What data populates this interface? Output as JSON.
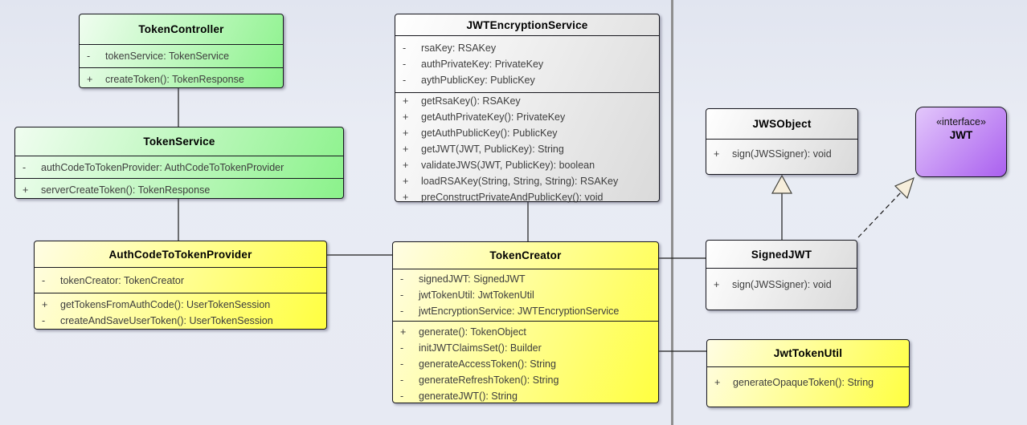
{
  "diagram": {
    "type": "uml-class-diagram",
    "background_color": "#e9ecf4",
    "separator_color": "#8f8f8f"
  },
  "palette": {
    "green": "#8bf28b",
    "yellow": "#ffff40",
    "gray": "#dadada",
    "purple": "#aa60ef",
    "arrowhead_fill": "#f7eedb",
    "line_color": "#1a1a1a"
  },
  "classes": [
    {
      "name": "TokenController",
      "attributes": [
        {
          "vis": "-",
          "text": "tokenService: TokenService"
        }
      ],
      "methods": [
        {
          "vis": "+",
          "text": "createToken(): TokenResponse"
        }
      ]
    },
    {
      "name": "TokenService",
      "attributes": [
        {
          "vis": "-",
          "text": "authCodeToTokenProvider: AuthCodeToTokenProvider"
        }
      ],
      "methods": [
        {
          "vis": "+",
          "text": "serverCreateToken(): TokenResponse"
        }
      ]
    },
    {
      "name": "JWTEncryptionService",
      "attributes": [
        {
          "vis": "-",
          "text": "rsaKey: RSAKey"
        },
        {
          "vis": "-",
          "text": "authPrivateKey: PrivateKey"
        },
        {
          "vis": "-",
          "text": "aythPublicKey: PublicKey"
        }
      ],
      "methods": [
        {
          "vis": "+",
          "text": "getRsaKey(): RSAKey"
        },
        {
          "vis": "+",
          "text": "getAuthPrivateKey(): PrivateKey"
        },
        {
          "vis": "+",
          "text": "getAuthPublicKey(): PublicKey"
        },
        {
          "vis": "+",
          "text": "getJWT(JWT, PublicKey): String"
        },
        {
          "vis": "+",
          "text": "validateJWS(JWT, PublicKey): boolean"
        },
        {
          "vis": "+",
          "text": "loadRSAKey(String, String, String): RSAKey"
        },
        {
          "vis": "+",
          "text": "preConstructPrivateAndPublicKey(): void"
        }
      ]
    },
    {
      "name": "AuthCodeToTokenProvider",
      "attributes": [
        {
          "vis": "-",
          "text": "tokenCreator: TokenCreator"
        }
      ],
      "methods": [
        {
          "vis": "+",
          "text": "getTokensFromAuthCode(): UserTokenSession"
        },
        {
          "vis": "-",
          "text": "createAndSaveUserToken(): UserTokenSession"
        }
      ]
    },
    {
      "name": "TokenCreator",
      "attributes": [
        {
          "vis": "-",
          "text": "signedJWT: SignedJWT"
        },
        {
          "vis": "-",
          "text": "jwtTokenUtil: JwtTokenUtil"
        },
        {
          "vis": "-",
          "text": "jwtEncryptionService: JWTEncryptionService"
        }
      ],
      "methods": [
        {
          "vis": "+",
          "text": "generate(): TokenObject"
        },
        {
          "vis": "-",
          "text": "initJWTClaimsSet(): Builder"
        },
        {
          "vis": "-",
          "text": "generateAccessToken(): String"
        },
        {
          "vis": "-",
          "text": "generateRefreshToken(): String"
        },
        {
          "vis": "-",
          "text": "generateJWT(): String"
        }
      ]
    },
    {
      "name": "JWSObject",
      "attributes": [],
      "methods": [
        {
          "vis": "+",
          "text": "sign(JWSSigner): void"
        }
      ]
    },
    {
      "name": "SignedJWT",
      "attributes": [],
      "methods": [
        {
          "vis": "+",
          "text": "sign(JWSSigner): void"
        }
      ]
    },
    {
      "name": "JwtTokenUtil",
      "attributes": [],
      "methods": [
        {
          "vis": "+",
          "text": "generateOpaqueToken(): String"
        }
      ]
    }
  ],
  "interface_box": {
    "stereotype": "«interface»",
    "name": "JWT"
  },
  "edges": [
    {
      "from": "TokenController",
      "to": "TokenService",
      "type": "association"
    },
    {
      "from": "TokenService",
      "to": "AuthCodeToTokenProvider",
      "type": "association"
    },
    {
      "from": "AuthCodeToTokenProvider",
      "to": "TokenCreator",
      "type": "association"
    },
    {
      "from": "JWTEncryptionService",
      "to": "TokenCreator",
      "type": "association"
    },
    {
      "from": "TokenCreator",
      "to": "SignedJWT",
      "type": "association"
    },
    {
      "from": "TokenCreator",
      "to": "JwtTokenUtil",
      "type": "association"
    },
    {
      "from": "SignedJWT",
      "to": "JWSObject",
      "type": "generalization"
    },
    {
      "from": "SignedJWT",
      "to": "JWT",
      "type": "realization"
    }
  ]
}
